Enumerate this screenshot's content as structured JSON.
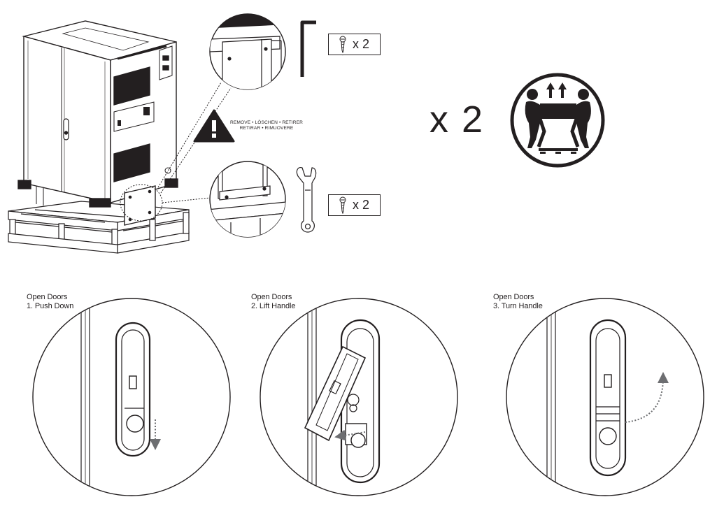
{
  "warning": {
    "line1": "REMOVE • LÖSCHEN • RETIRER",
    "line2": "RETIRAR • RIMUOVERE"
  },
  "screws_top": {
    "quantity_label": "x 2"
  },
  "screws_bottom": {
    "quantity_label": "x 2"
  },
  "team_lift": {
    "multiplier_label": "x 2"
  },
  "steps": [
    {
      "title": "Open Doors",
      "instruction": "1. Push Down"
    },
    {
      "title": "Open Doors",
      "instruction": "2. Lift Handle"
    },
    {
      "title": "Open Doors",
      "instruction": "3. Turn Handle"
    }
  ],
  "colors": {
    "ink": "#231f20",
    "arrow": "#6d6e71",
    "handle_fill": "#ffffff"
  },
  "icons": [
    "hex-key-icon",
    "screw-icon",
    "wrench-icon",
    "warning-icon",
    "two-person-lift-icon",
    "arrow-icon"
  ]
}
